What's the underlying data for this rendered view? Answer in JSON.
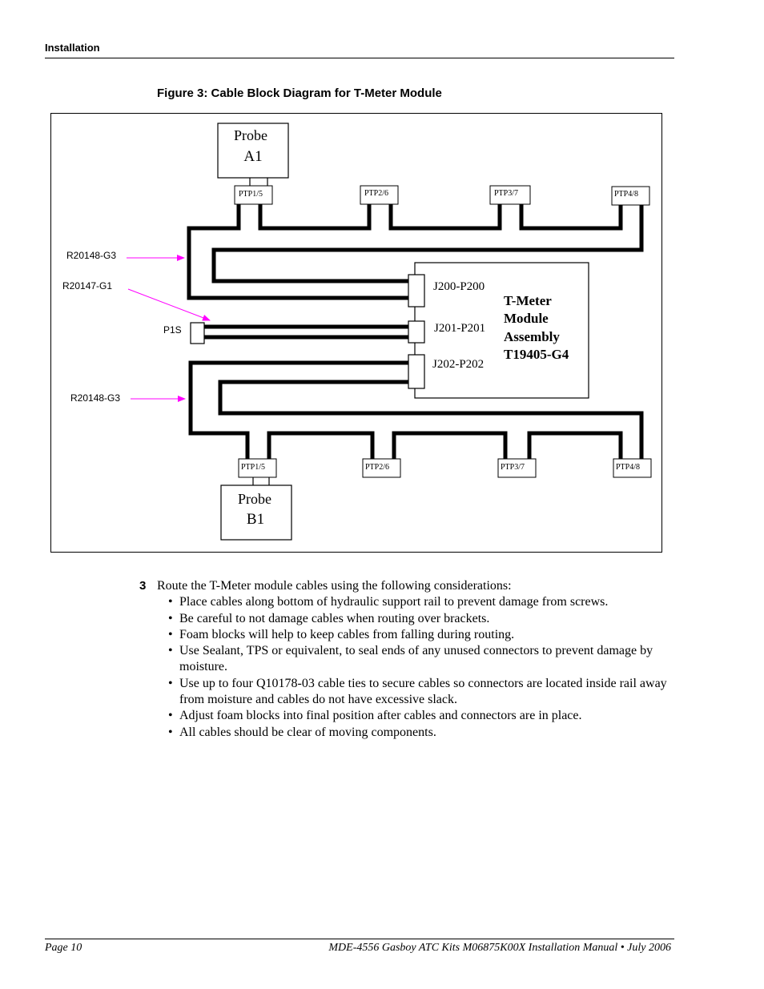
{
  "header": {
    "section": "Installation"
  },
  "figure": {
    "caption": "Figure 3: Cable Block Diagram for T-Meter Module",
    "probe_a": {
      "line1": "Probe",
      "line2": "A1"
    },
    "probe_b": {
      "line1": "Probe",
      "line2": "B1"
    },
    "top_ptps": [
      "PTP1/5",
      "PTP2/6",
      "PTP3/7",
      "PTP4/8"
    ],
    "bottom_ptps": [
      "PTP1/5",
      "PTP2/6",
      "PTP3/7",
      "PTP4/8"
    ],
    "connectors": [
      "J200-P200",
      "J201-P201",
      "J202-P202"
    ],
    "module": {
      "line1": "T-Meter",
      "line2": "Module",
      "line3": "Assembly",
      "line4": "T19405-G4"
    },
    "callouts": {
      "top_cable": "R20148-G3",
      "middle_cable": "R20147-G1",
      "plug": "P1S",
      "bottom_cable": "R20148-G3"
    },
    "arrow_color": "#ff00ff"
  },
  "step": {
    "number": "3",
    "intro": "Route the T-Meter module cables using the following considerations:",
    "bullets": [
      "Place cables along bottom of hydraulic support rail to prevent damage from screws.",
      "Be careful to not damage cables when routing over brackets.",
      "Foam blocks will help to keep cables from falling during routing.",
      "Use Sealant, TPS or equivalent, to seal ends of any unused connectors to prevent damage by moisture.",
      "Use up to four Q10178-03 cable ties to secure cables so connectors are located inside rail away from moisture and cables do not have excessive slack.",
      "Adjust foam blocks into final position after cables and connectors are in place.",
      "All cables should be clear of moving components."
    ]
  },
  "footer": {
    "page": "Page 10",
    "doc": "MDE-4556 Gasboy ATC Kits M06875K00X Installation Manual • July 2006"
  }
}
